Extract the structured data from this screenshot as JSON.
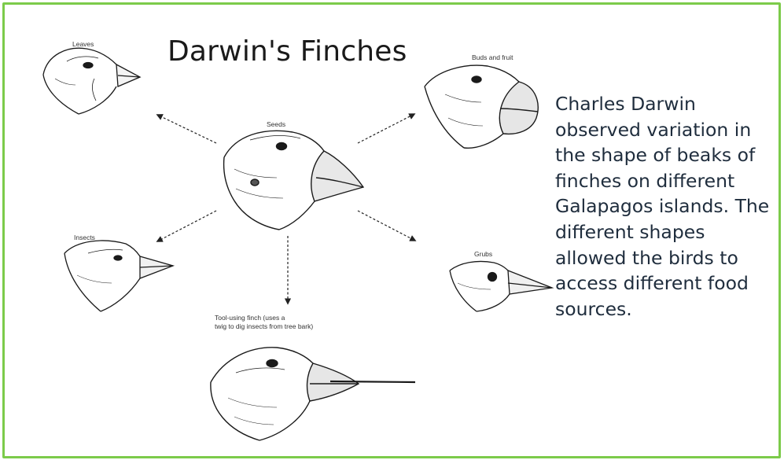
{
  "diagram": {
    "title": "Darwin's Finches",
    "labels": {
      "leaves": "Leaves",
      "seeds": "Seeds",
      "buds": "Buds and fruit",
      "insects": "Insects",
      "grubs": "Grubs",
      "tool_line1": "Tool-using finch (uses a",
      "tool_line2": "twig to dig insects from tree bark)"
    },
    "description_lines": [
      "Charles Darwin",
      "observed variation in",
      "the shape of beaks of",
      "finches on different",
      "Galapagos islands. The",
      "different shapes",
      "allowed the birds to",
      "access different food",
      "sources."
    ],
    "colors": {
      "frame": "#7ccb4a",
      "ink": "#1a1a1a",
      "text": "#1f2d3d"
    }
  }
}
